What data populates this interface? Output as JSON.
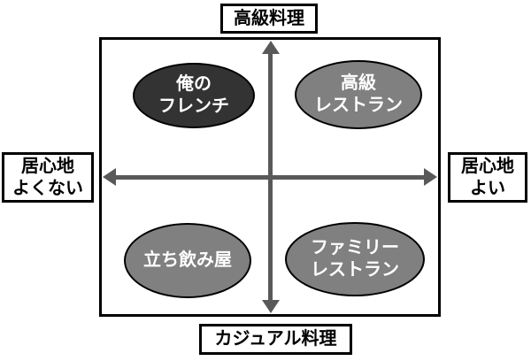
{
  "axes": {
    "top": "高級料理",
    "bottom": "カジュアル料理",
    "left": "居心地\nよくない",
    "right": "居心地\nよい"
  },
  "ellipses": [
    {
      "id": "ore-no-french",
      "label": "俺の\nフレンチ",
      "fill": "#333333"
    },
    {
      "id": "kokyu-restaurant",
      "label": "高級\nレストラン",
      "fill": "#808080"
    },
    {
      "id": "tachinomiya",
      "label": "立ち飲み屋",
      "fill": "#808080"
    },
    {
      "id": "family-restaurant",
      "label": "ファミリー\nレストラン",
      "fill": "#808080"
    }
  ],
  "colors": {
    "dark_ellipse": "#333333",
    "gray_ellipse": "#808080",
    "axis_arrow": "#595959",
    "border": "#000000",
    "ellipse_text": "#ffffff",
    "background": "#ffffff"
  }
}
